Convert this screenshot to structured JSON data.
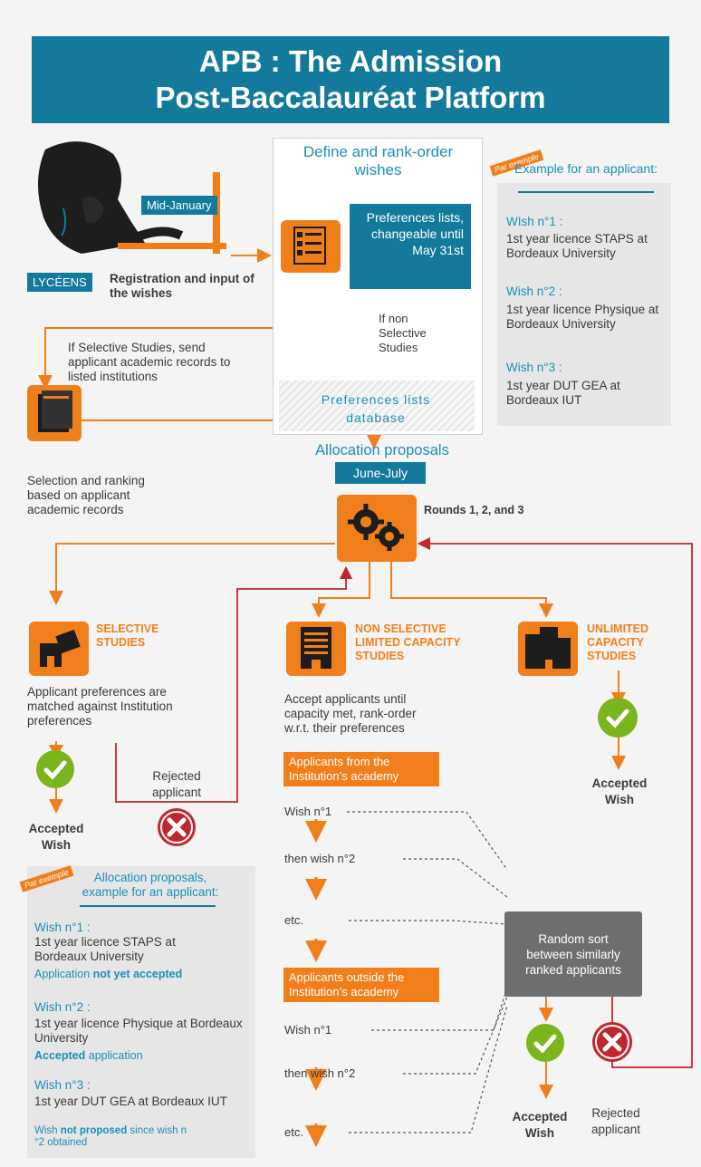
{
  "title": {
    "line1": "APB : The Admission",
    "line2": "Post-Baccalauréat Platform"
  },
  "top": {
    "mid_january": "Mid-January",
    "lyceens": "LYCÉENS",
    "registration": "Registration and input of the wishes",
    "define_wishes": "Define and rank-order wishes",
    "preferences_lists": "Preferences lists, changeable until May 31st",
    "if_non_selective": "If non Selective Studies",
    "if_selective": "If Selective Studies, send applicant academic records to listed institutions",
    "pref_db": "Preferences lists database",
    "selection_ranking": "Selection and ranking based on applicant academic records",
    "allocation_proposals": "Allocation proposals",
    "june_july": "June-July",
    "rounds": "Rounds 1, 2, and 3"
  },
  "example1": {
    "tag": "Par exemple",
    "heading": "Example for an applicant:",
    "wishes": [
      {
        "label": "WIsh n°1 :",
        "text": "1st year licence STAPS at Bordeaux University"
      },
      {
        "label": "Wish n°2 :",
        "text": "1st year licence Physique at Bordeaux University"
      },
      {
        "label": "Wish n°3 :",
        "text": "1st year DUT GEA at Bordeaux IUT"
      }
    ]
  },
  "categories": {
    "selective": {
      "title": "SELECTIVE STUDIES",
      "desc": "Applicant preferences are matched against Institution preferences",
      "accepted": "Accepted Wish",
      "rejected": "Rejected applicant"
    },
    "non_selective": {
      "title": "NON SELECTIVE LIMITED CAPACITY STUDIES",
      "desc": "Accept applicants until capacity met, rank-order w.r.t. their preferences"
    },
    "unlimited": {
      "title": "UNLIMITED CAPACITY STUDIES",
      "accepted": "Accepted Wish"
    }
  },
  "ranking": {
    "academy_in": "Applicants from the Institution’s academy",
    "academy_out": "Applicants outside the Institution’s academy",
    "wish1": "Wish n°1",
    "then_wish2": "then wish n°2",
    "etc": "etc.",
    "random_sort": "Random sort between similarly ranked applicants",
    "accepted": "Accepted Wish",
    "rejected": "Rejected applicant"
  },
  "example2": {
    "tag": "Par exemple",
    "heading": "Allocation proposals, example for an applicant:",
    "wishes": [
      {
        "label": "Wish n°1 :",
        "text": "1st year licence STAPS at Bordeaux University",
        "status_pre": "Application ",
        "status_bold": "not yet accepted",
        "status_post": ""
      },
      {
        "label": "Wish n°2 :",
        "text": "1st year licence Physique at Bordeaux University",
        "status_pre": "",
        "status_bold": "Accepted",
        "status_post": " application"
      },
      {
        "label": "Wish n°3 :",
        "text": "1st year DUT GEA at Bordeaux IUT",
        "status_pre": "Wish ",
        "status_bold": "not proposed",
        "status_post": " since wish n °2 obtained"
      }
    ]
  },
  "colors": {
    "teal": "#137a9b",
    "orange": "#f07f1b",
    "red": "#c0272d",
    "green": "#7ab51d",
    "grey": "#6d6e70"
  }
}
